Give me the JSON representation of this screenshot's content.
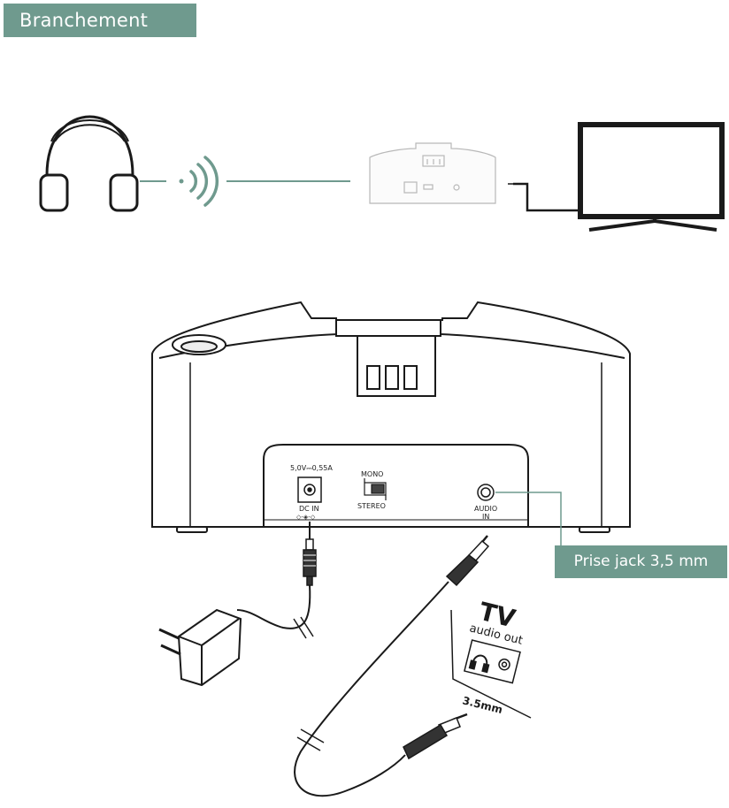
{
  "header": {
    "title": "Branchement"
  },
  "callout": {
    "label": "Prise jack 3,5 mm"
  },
  "dock_back": {
    "power_rating": "5,0V⎓0,55A",
    "dc_in_label": "DC IN",
    "dc_polarity": "◇-◈-◇",
    "switch_top_label": "MONO",
    "switch_bottom_label": "STEREO",
    "audio_in_line1": "AUDIO",
    "audio_in_line2": "IN"
  },
  "tv_panel": {
    "title": "TV",
    "subtitle": "audio out",
    "jack_size": "3.5mm"
  },
  "colors": {
    "accent": "#6f9a8e",
    "line": "#1a1a1a",
    "link_line": "#6f9a8e"
  }
}
